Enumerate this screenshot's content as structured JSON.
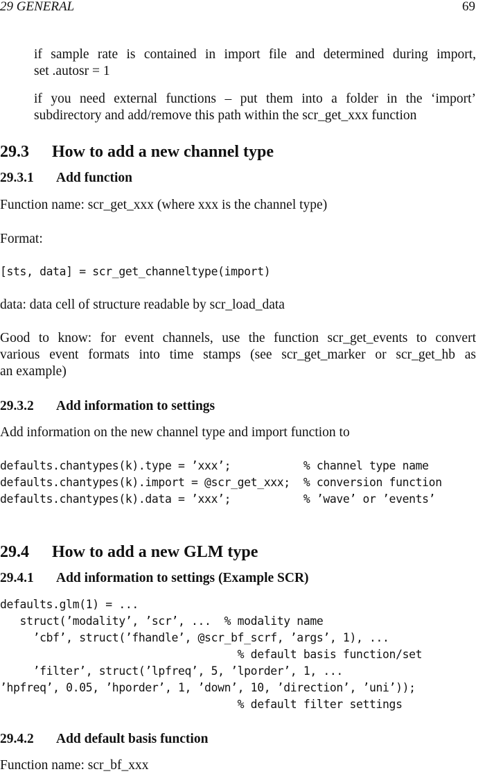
{
  "header": {
    "chapter": "29   GENERAL",
    "page_number": "69"
  },
  "intro": {
    "item1_line1": "if sample rate is contained in import file and determined during import,",
    "item1_line2": "set .autosr = 1",
    "item2_line1": "if you need external functions – put them into a folder in the ‘import’",
    "item2_line2": "subdirectory and add/remove this path within the scr_get_xxx function"
  },
  "sec_29_3": {
    "number": "29.3",
    "title": "How to add a new channel type",
    "sub1": {
      "number": "29.3.1",
      "title": "Add function"
    },
    "function_name": "Function name: scr_get_xxx (where xxx is the channel type)",
    "format_label": "Format:",
    "format_code": "[sts, data] = scr_get_channeltype(import)",
    "data_desc": "data: data cell of structure readable by scr_load_data",
    "good_to_know_1": "Good to know: for event channels, use the function scr_get_events to convert",
    "good_to_know_2": "various event formats into time stamps (see scr_get_marker or scr_get_hb as",
    "good_to_know_3": "an example)",
    "sub2": {
      "number": "29.3.2",
      "title": "Add information to settings"
    },
    "settings_desc": "Add information on the new channel type and import function to",
    "settings_code": [
      "defaults.chantypes(k).type = ’xxx’;           % channel type name",
      "defaults.chantypes(k).import = @scr_get_xxx;  % conversion function",
      "defaults.chantypes(k).data = ’xxx’;           % ’wave’ or ’events’"
    ]
  },
  "sec_29_4": {
    "number": "29.4",
    "title": "How to add a new GLM type",
    "sub1": {
      "number": "29.4.1",
      "title": "Add information to settings (Example SCR)"
    },
    "glm_code": [
      "defaults.glm(1) = ...",
      "   struct(’modality’, ’scr’, ...  % modality name",
      "     ’cbf’, struct(’fhandle’, @scr_bf_scrf, ’args’, 1), ...",
      "                                    % default basis function/set",
      "     ’filter’, struct(’lpfreq’, 5, ’lporder’, 1, ...",
      "’hpfreq’, 0.05, ’hporder’, 1, ’down’, 10, ’direction’, ’uni’));",
      "                                    % default filter settings"
    ],
    "sub2": {
      "number": "29.4.2",
      "title": "Add default basis function"
    },
    "bf_function_name": "Function name: scr_bf_xxx"
  }
}
